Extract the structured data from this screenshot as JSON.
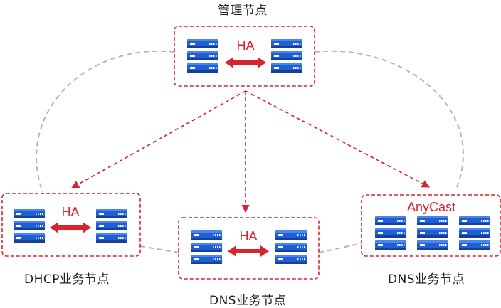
{
  "nodes": {
    "management": {
      "label": "管理节点",
      "ha_label": "HA"
    },
    "dhcp": {
      "label": "DHCP业务节点",
      "ha_label": "HA"
    },
    "dns_center": {
      "label": "DNS业务节点",
      "ha_label": "HA"
    },
    "dns_anycast": {
      "label": "DNS业务节点",
      "anycast_label": "AnyCast"
    }
  },
  "colors": {
    "accent_red": "#d9232e",
    "server_blue": "#1f5fd6",
    "server_dark": "#163f9a",
    "server_light": "#4b86ee",
    "link_gray": "#b5b5b5",
    "label_text": "#1f1f1f"
  },
  "icons": {
    "server": "server-stack-icon",
    "ha_arrow": "double-arrow-icon"
  }
}
